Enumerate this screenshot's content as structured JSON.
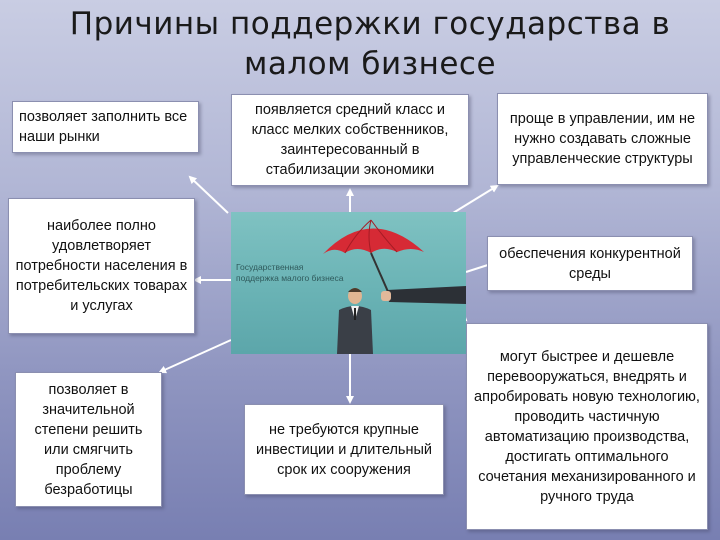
{
  "title": "Причины поддержки государства в малом бизнесе",
  "center_image": {
    "caption": "Государственная поддержка малого бизнеса"
  },
  "boxes": {
    "fill_markets": "позволяет заполнить все наши рынки",
    "middle_class": "появляется средний класс и класс мелких собственников, заинтересованный в стабилизации экономики",
    "simpler_management": "проще в управлении, им не нужно создавать сложные управленческие структуры",
    "consumer_needs": "наиболее полно удовлетворяет потребности населения в потребительских товарах и услугах",
    "competition": "обеспечения конкурентной среды",
    "unemployment": "позволяет в значительной степени решить или смягчить проблему безработицы",
    "no_investment": "не требуются крупные инвестиции и длительный срок их сооружения",
    "rearm": "могут быстрее и дешевле перевооружаться, внедрять и апробировать новую технологию, проводить частичную автоматизацию производства, достигать оптимального сочетания механизированного и ручного труда"
  },
  "colors": {
    "umbrella": "#d62a35",
    "arrow": "#ffffff"
  }
}
